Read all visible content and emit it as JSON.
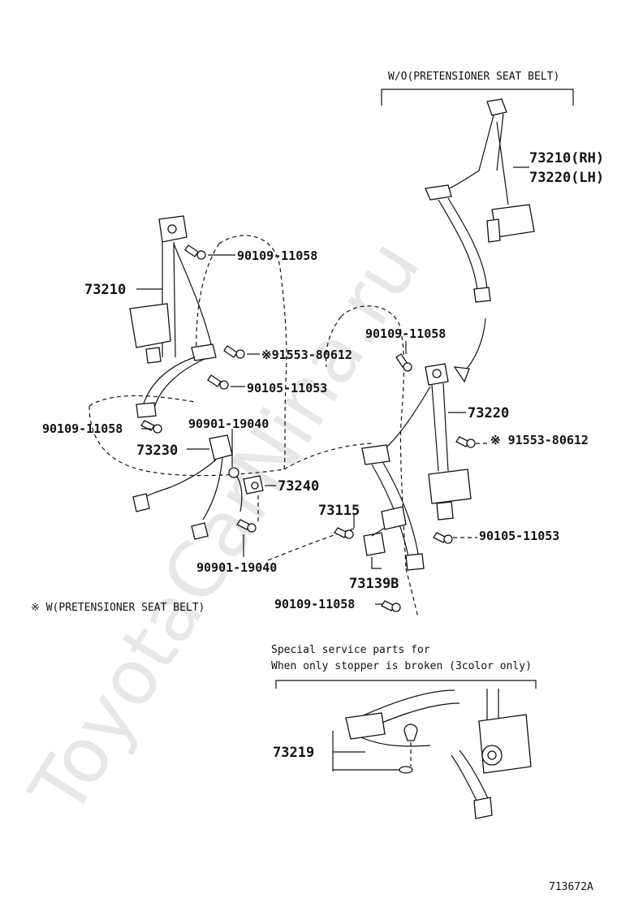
{
  "watermark": "ToyotaCarNina.ru",
  "notes": {
    "wo_pretensioner": "W/O(PRETENSIONER SEAT BELT)",
    "w_pretensioner": "※ W(PRETENSIONER SEAT BELT)",
    "special_line1": "Special service parts for",
    "special_line2": "When only stopper is broken (3color only)",
    "figure_id": "713672A"
  },
  "parts": {
    "p73210_rh": "73210(RH)",
    "p73220_lh": "73220(LH)",
    "p73210": "73210",
    "p90109_a": "90109-11058",
    "p91553_a": "※91553-80612",
    "p90105_a": "90105-11053",
    "p90109_b": "90109-11058",
    "p90901_a": "90901-19040",
    "p73230": "73230",
    "p73240": "73240",
    "p90901_b": "90901-19040",
    "p90109_c": "90109-11058",
    "p73220": "73220",
    "p91553_b": "※ 91553-80612",
    "p73115": "73115",
    "p90105_b": "90105-11053",
    "p73139b": "73139B",
    "p90109_d": "90109-11058",
    "p73219": "73219"
  }
}
